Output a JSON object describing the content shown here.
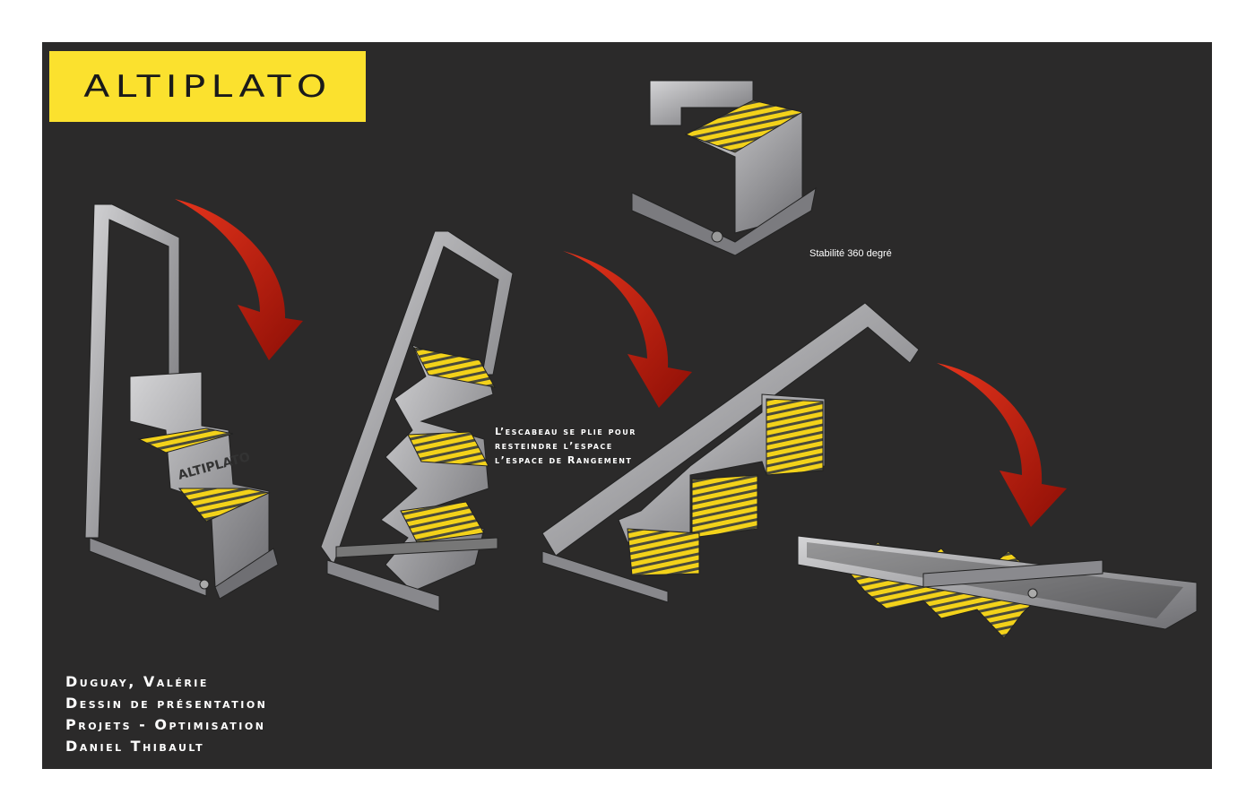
{
  "logo": {
    "text": "ALTIPLATO"
  },
  "product_marking": "ALTIPLATO",
  "notes": {
    "stability": "Stabilité 360 degré",
    "fold_lines": [
      "L’escabeau se plie pour",
      "resteindre l’espace",
      "l’espace de Rangement"
    ]
  },
  "credits": [
    "Duguay, Valérie",
    "Dessin de présentation",
    "Projets - Optimisation",
    "Daniel Thibault"
  ],
  "colors": {
    "background": "#2b2a2a",
    "accent_yellow": "#fbe12e",
    "metal": "#8e8e92",
    "arrow_red": "#c81c0e"
  }
}
